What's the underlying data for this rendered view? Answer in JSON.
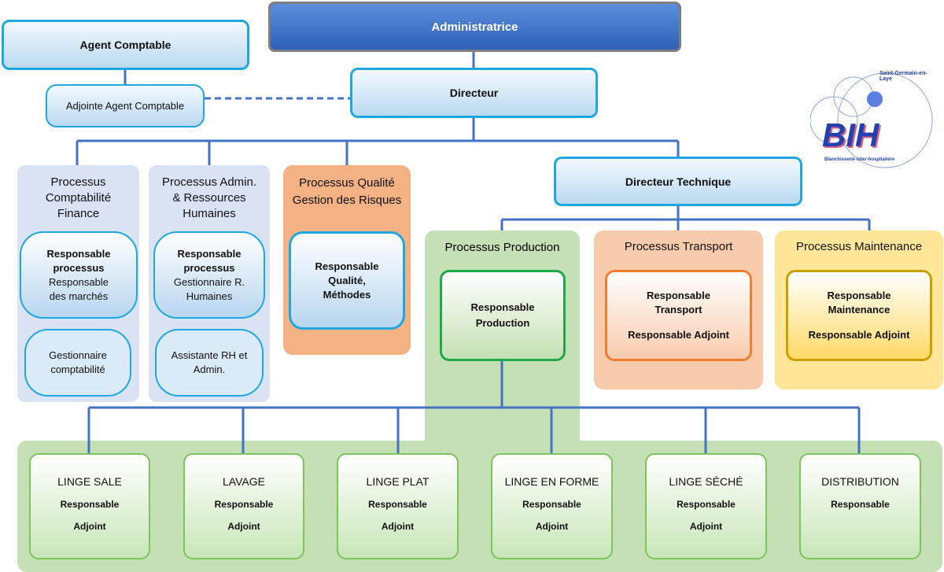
{
  "top": {
    "admin": "Administratrice",
    "agent": "Agent Comptable",
    "adjointe": "Adjointe Agent Comptable",
    "directeur": "Directeur",
    "dir_tech": "Directeur Technique"
  },
  "logo": {
    "text": "BIH",
    "arc": "Saint-Germain-en-Laye",
    "sub": "Blanchisserie inter-hospitalière"
  },
  "compta": {
    "title": "Processus Comptabilité Finance",
    "r1": "Responsable processus",
    "r2": "Responsable des marchés",
    "g": "Gestionnaire comptabilité"
  },
  "rh": {
    "title": "Processus Admin. & Ressources Humaines",
    "r1": "Responsable processus",
    "r2": "Gestionnaire R. Humaines",
    "a": "Assistante RH et Admin."
  },
  "qualite": {
    "title": "Processus Qualité Gestion des Risques",
    "r": "Responsable Qualité, Méthodes"
  },
  "production": {
    "title": "Processus Production",
    "r": "Responsable Production"
  },
  "transport": {
    "title": "Processus Transport",
    "r": "Responsable Transport",
    "a": "Responsable Adjoint"
  },
  "maintenance": {
    "title": "Processus Maintenance",
    "r": "Responsable Maintenance",
    "a": "Responsable Adjoint"
  },
  "units": [
    {
      "name": "LINGE SALE",
      "r": "Responsable",
      "a": "Adjoint"
    },
    {
      "name": "LAVAGE",
      "r": "Responsable",
      "a": "Adjoint"
    },
    {
      "name": "LINGE PLAT",
      "r": "Responsable",
      "a": "Adjoint"
    },
    {
      "name": "LINGE EN FORME",
      "r": "Responsable",
      "a": "Adjoint"
    },
    {
      "name": "LINGE SÉCHÉ",
      "r": "Responsable",
      "a": "Adjoint"
    },
    {
      "name": "DISTRIBUTION",
      "r": "Responsable"
    }
  ],
  "colors": {
    "line": "#4472c4",
    "blue_border": "#1fa8e0",
    "green": "#c5e0b4",
    "orange": "#f4b183",
    "orange_light": "#f8cbad",
    "yellow": "#ffe699"
  }
}
